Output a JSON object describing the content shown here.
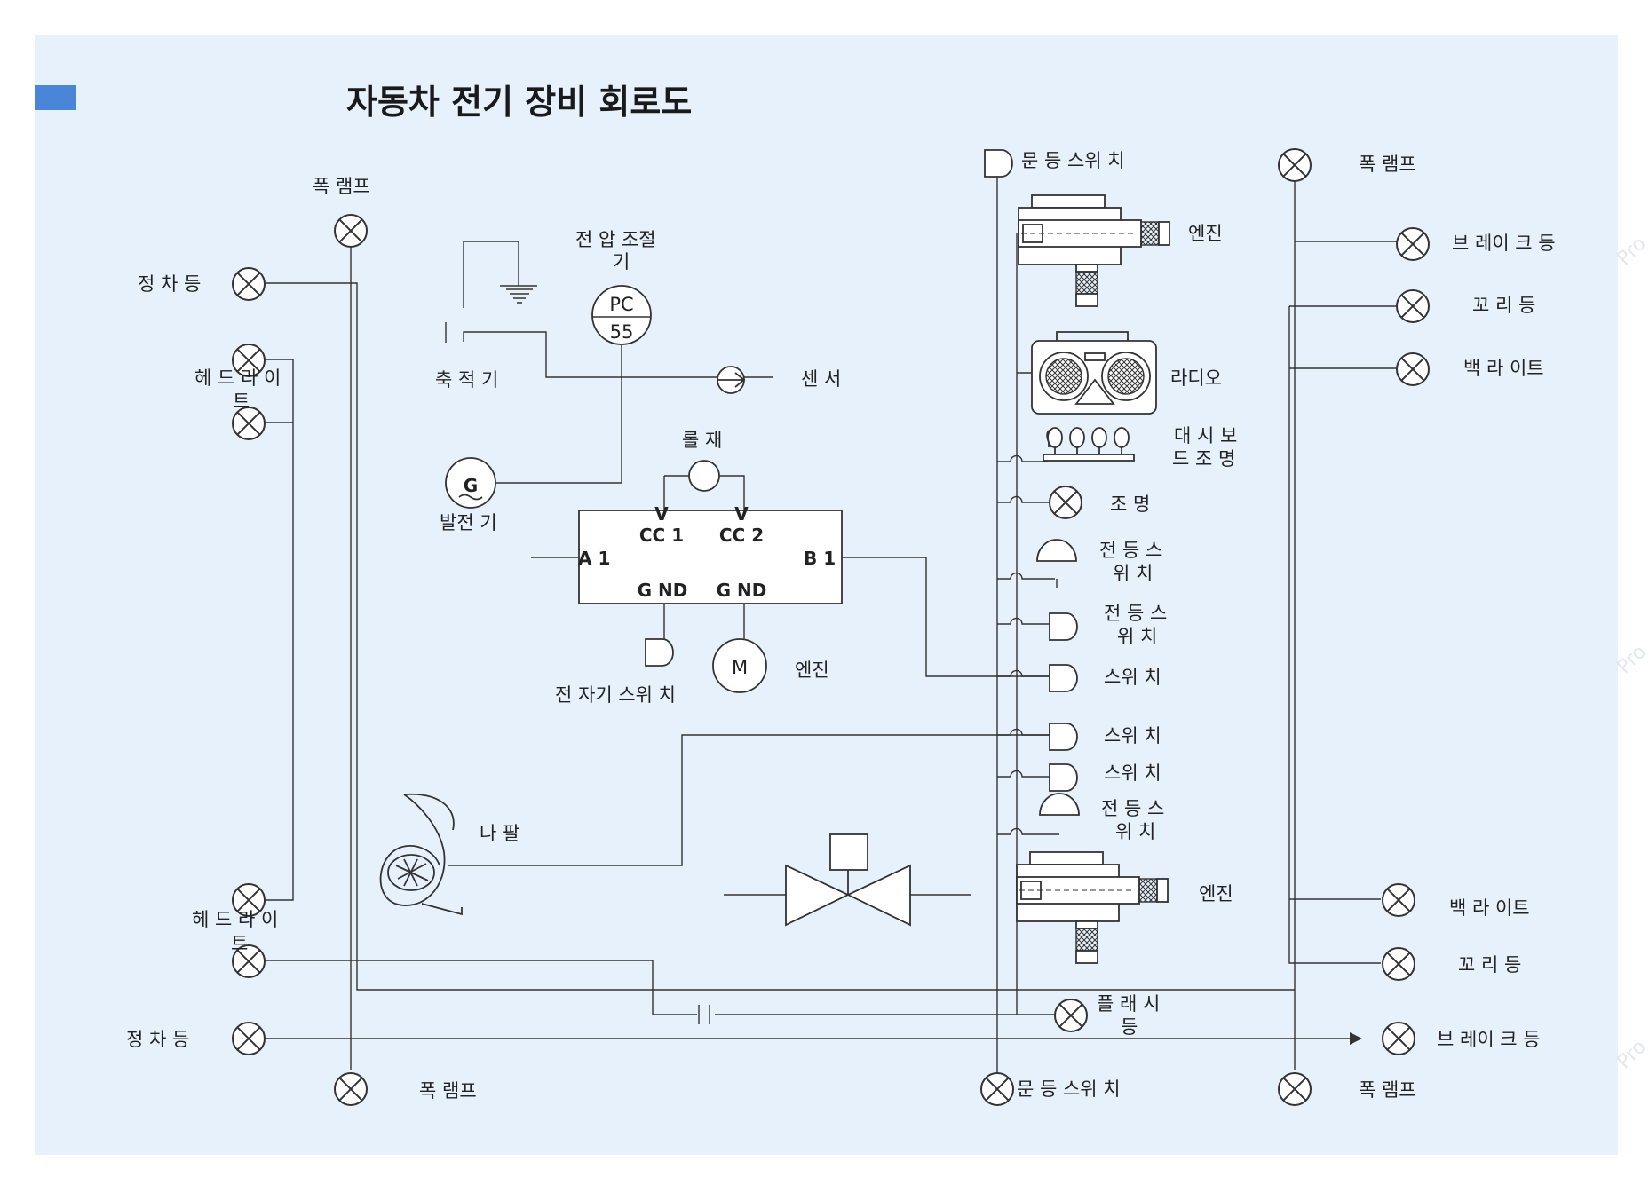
{
  "title": "자동차 전기 장비 회로도",
  "colors": {
    "background": "#e6f1fc",
    "accent": "#4a86d8",
    "line": "#333333"
  },
  "watermark": "Pro",
  "labels": {
    "fog_lamp_top_left": "폭 램프",
    "parking_light_top": "정 차 등",
    "headlight_left_top_1": "헤 드 라 이",
    "headlight_left_top_2": "트",
    "battery": "축 적 기",
    "voltage_reg_1": "전 압 조절",
    "voltage_reg_2": "기",
    "pc_top": "PC",
    "pc_bottom": "55",
    "sensor": "센 서",
    "generator": "발전 기",
    "generator_g": "G",
    "roller": "롤 재",
    "chip_v1": "V",
    "chip_v2": "V",
    "chip_cc1": "CC 1",
    "chip_cc2": "CC 2",
    "chip_a1": "A 1",
    "chip_b1": "B 1",
    "chip_gnd1": "G ND",
    "chip_gnd2": "G ND",
    "solenoid_switch": "전 자기 스위 치",
    "motor_m": "M",
    "engine_motor": "엔진",
    "horn": "나 팔",
    "headlight_left_bottom_1": "헤 드 라 이",
    "headlight_left_bottom_2": "트",
    "parking_light_bottom": "정 차 등",
    "fog_lamp_bottom_left": "폭 램프",
    "door_switch_top": "문 등 스위 치",
    "engine_top": "엔진",
    "radio": "라디오",
    "dashboard_1": "대 시 보",
    "dashboard_2": "드 조 명",
    "lighting": "조 명",
    "lamp_switch_1a": "전 등 스",
    "lamp_switch_1b": "위 치",
    "lamp_switch_2a": "전 등 스",
    "lamp_switch_2b": "위 치",
    "switch_1": "스위 치",
    "switch_2": "스위 치",
    "switch_3": "스위 치",
    "lamp_switch_3a": "전 등 스",
    "lamp_switch_3b": "위 치",
    "engine_bottom": "엔진",
    "flash_1": "플 래 시",
    "flash_2": "등",
    "door_switch_bottom": "문 등 스위 치",
    "fog_lamp_top_right": "폭 램프",
    "brake_light_top": "브 레이 크 등",
    "tail_light_top": "꼬 리 등",
    "backlight_top": "백 라 이트",
    "backlight_bottom": "백 라 이트",
    "tail_light_bottom": "꼬 리 등",
    "brake_light_bottom": "브 레이 크 등",
    "fog_lamp_bottom_right": "폭 램프"
  }
}
